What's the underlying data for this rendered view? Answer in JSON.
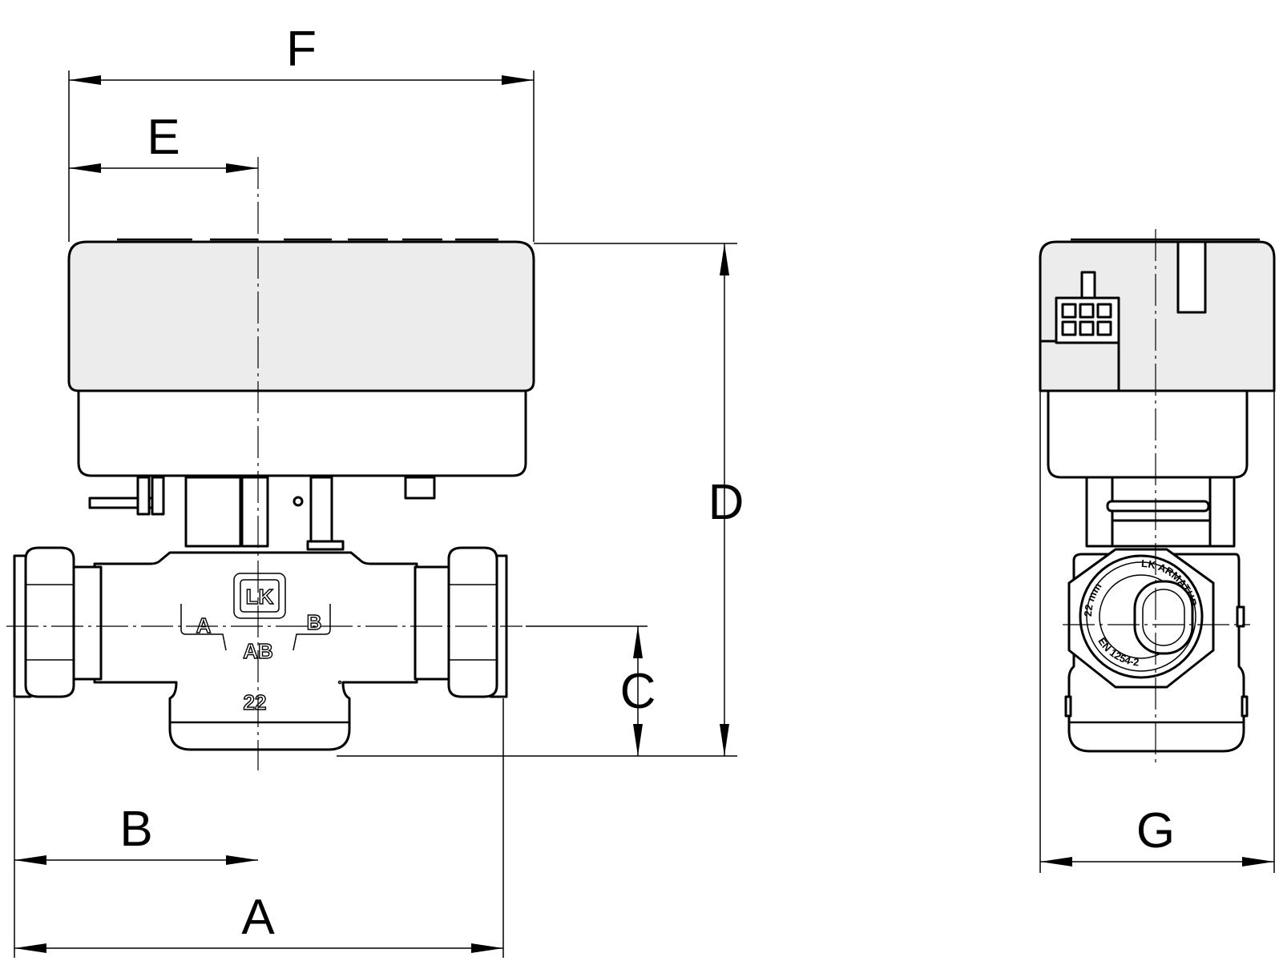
{
  "dimensions": {
    "A": "A",
    "B": "B",
    "C": "C",
    "D": "D",
    "E": "E",
    "F": "F",
    "G": "G"
  },
  "valve_body": {
    "logo": "LK",
    "port_a": "A",
    "port_b": "B",
    "port_ab": "AB",
    "size": "22"
  },
  "end_cap_ring": {
    "left_text": "22 mm",
    "right_text": "LK ARMATUR",
    "bottom_text": "EN 1254-2"
  },
  "colors": {
    "line": "#000000",
    "background": "#ffffff",
    "actuator_fill": "#ececec"
  }
}
